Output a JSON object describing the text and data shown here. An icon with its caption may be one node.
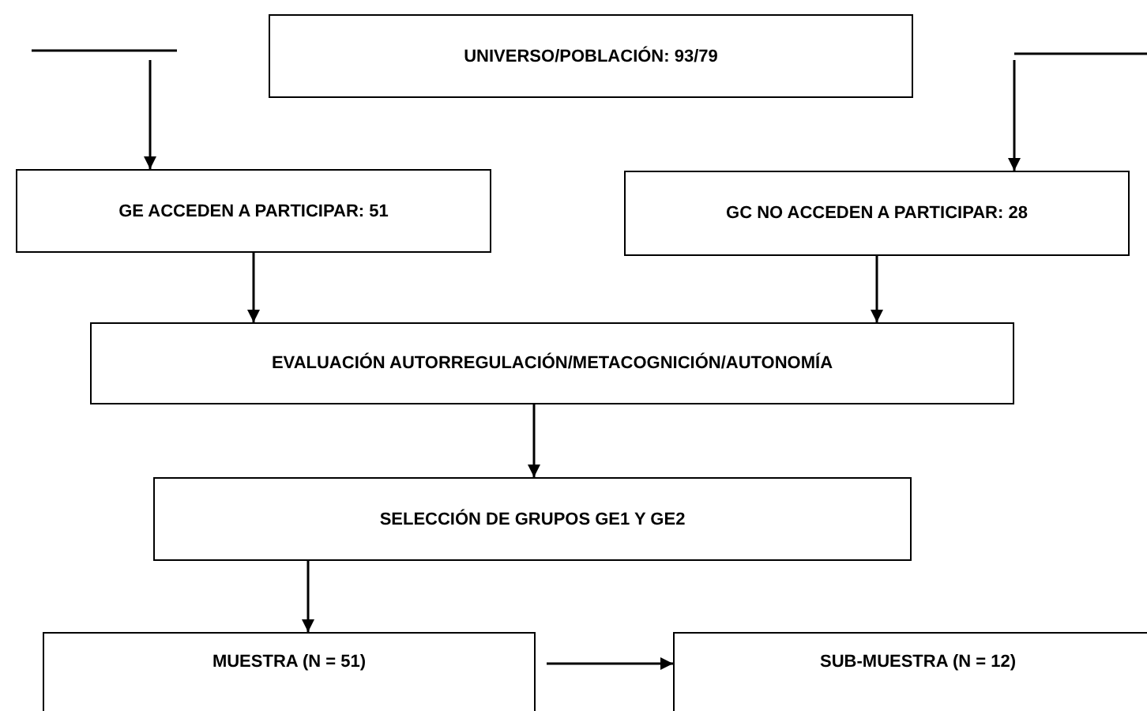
{
  "diagram": {
    "nodes": [
      {
        "text": [
          "UNIVERSO/POBLACIÓN: 93/79"
        ]
      },
      {
        "text": [
          "GE ACCEDEN A PARTICIPAR: 51"
        ]
      },
      {
        "text": [
          "GC NO ACCEDEN A PARTICIPAR: 28"
        ]
      },
      {
        "text": [
          "EVALUACIÓN AUTORREGULACIÓN/METACOGNICIÓN/AUTONOMÍA"
        ]
      },
      {
        "text": [
          "SELECCIÓN DE GRUPOS GE1 Y GE2"
        ]
      },
      {
        "text": [
          "MUESTRA (N = 51)"
        ]
      },
      {
        "text": [
          "SUB-MUESTRA (N = 12)"
        ]
      }
    ],
    "edges": [
      {
        "from": null,
        "to": 1,
        "arrow": "to"
      },
      {
        "from": null,
        "to": 2,
        "arrow": "to"
      },
      {
        "from": 1,
        "to": 3,
        "arrow": "to"
      },
      {
        "from": 2,
        "to": 3,
        "arrow": "to"
      },
      {
        "from": 3,
        "to": 4,
        "arrow": "to"
      },
      {
        "from": 4,
        "to": 5,
        "arrow": "to"
      },
      {
        "from": 5,
        "to": 6,
        "arrow": "to"
      }
    ]
  }
}
